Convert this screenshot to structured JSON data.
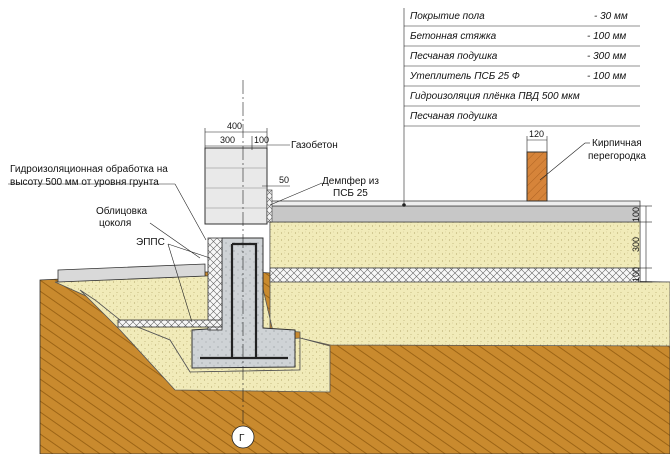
{
  "specs": [
    {
      "name": "Покрытие пола",
      "value": "- 30 мм"
    },
    {
      "name": "Бетонная стяжка",
      "value": "- 100 мм"
    },
    {
      "name": "Песчаная подушка",
      "value": "- 300 мм"
    },
    {
      "name": "Утеплитель ПСБ 25 Ф",
      "value": "- 100 мм"
    },
    {
      "name": "Гидроизоляция плёнка ПВД 500 мкм",
      "value": ""
    },
    {
      "name": "Песчаная подушка",
      "value": ""
    }
  ],
  "labels": {
    "gazobeton": "Газобетон",
    "partition_1": "Кирпичная",
    "partition_2": "перегородка",
    "damper_1": "Демпфер из",
    "damper_2": "ПСБ 25",
    "hydro_1": "Гидроизоляционная обработка на",
    "hydro_2": "высоту 500 мм от уровня грунта",
    "cladding_1": "Облицовка",
    "cladding_2": "цоколя",
    "epps": "ЭППС",
    "axis": "Г"
  },
  "dims": {
    "wall_total": "400",
    "wall_a": "300",
    "wall_b": "100",
    "damper": "50",
    "partition": "120",
    "right_1": "100",
    "right_2": "300",
    "right_3": "100"
  },
  "colors": {
    "sand": "#f1ebb9",
    "sand_dot": "#b9ad72",
    "soil": "#c98a2e",
    "soil_hatch": "#9c6415",
    "concrete": "#cfd3d6",
    "screed": "#c7c7c7",
    "aerated": "#e9e9e9",
    "brick": "#d6843a",
    "insulation": "#f3f3f3"
  }
}
